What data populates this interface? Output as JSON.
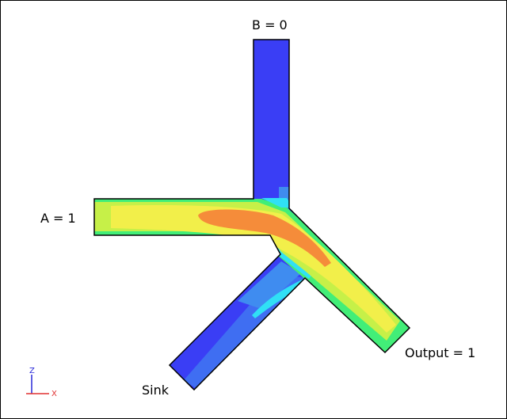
{
  "labels": {
    "b": "B = 0",
    "a": "A = 1",
    "output": "Output = 1",
    "sink": "Sink"
  },
  "axes": {
    "z": "Z",
    "x": "X"
  },
  "colors": {
    "blue": "#3a3ef5",
    "blue2": "#3f6ef2",
    "cyan": "#30e0f5",
    "green": "#42ee78",
    "lime": "#c6f048",
    "yellow": "#f2ef4a",
    "orange": "#f58c3a",
    "outline": "#000000",
    "axis_z": "#2a2ad8",
    "axis_x": "#e03030"
  }
}
